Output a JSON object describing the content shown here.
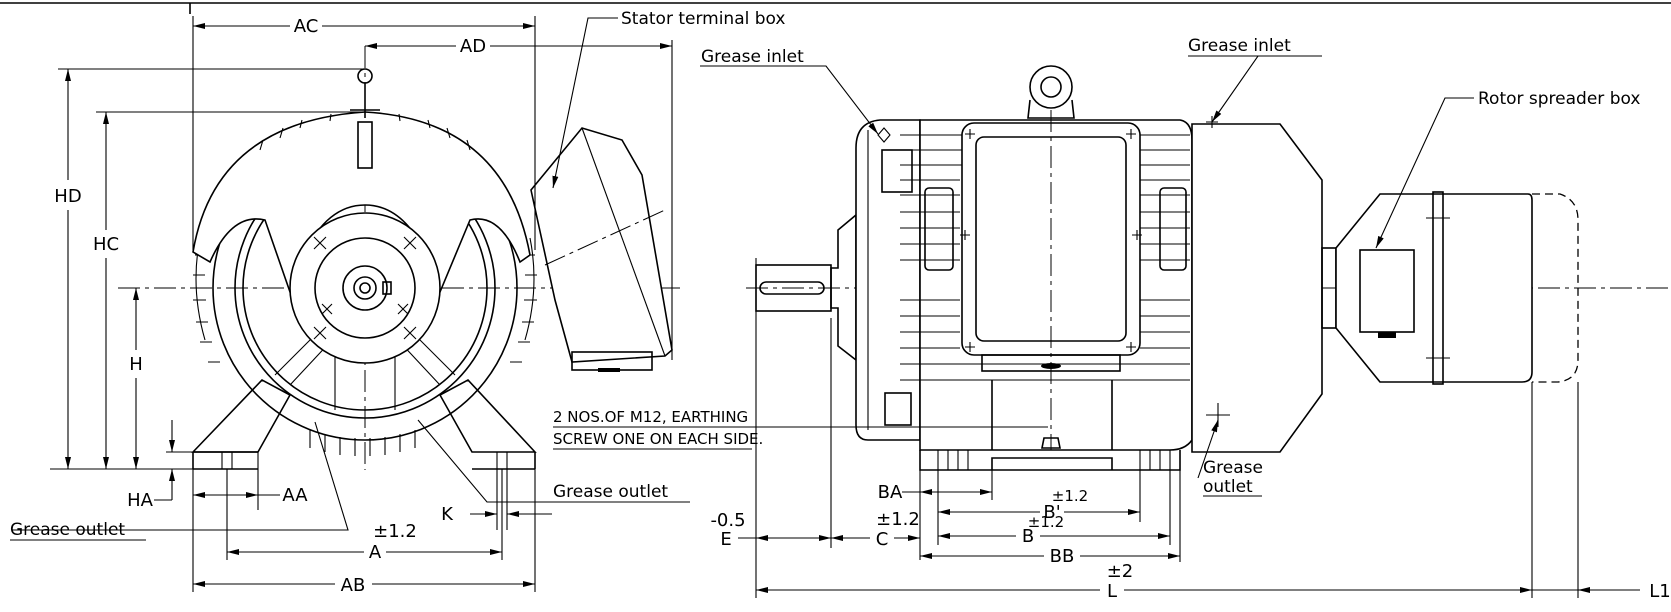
{
  "callouts": {
    "stator_terminal_box": "Stator terminal box",
    "grease_inlet_1": "Grease inlet",
    "grease_inlet_2": "Grease inlet",
    "rotor_spreader_box": "Rotor spreader box",
    "earthing_line1": "2 NOS.OF M12, EARTHING",
    "earthing_line2": "SCREW ONE ON EACH SIDE.",
    "grease_outlet_mid": "Grease outlet",
    "grease_outlet_left": "Grease outlet",
    "grease_outlet_right_line1": "Grease",
    "grease_outlet_right_line2": "outlet"
  },
  "dimensions": {
    "AC": "AC",
    "AD": "AD",
    "HD": "HD",
    "HC": "HC",
    "H": "H",
    "HA": "HA",
    "AA": "AA",
    "K": "K",
    "A": "A",
    "A_tol": "±1.2",
    "AB": "AB",
    "E": "E",
    "E_tol": "-0.5",
    "C": "C",
    "C_tol": "±1.2",
    "BA": "BA",
    "B1": "B'",
    "B1_tol": "±1.2",
    "B": "B",
    "B_tol": "±1.2",
    "BB": "BB",
    "L": "L",
    "L_tol": "±2",
    "L1": "L1"
  }
}
